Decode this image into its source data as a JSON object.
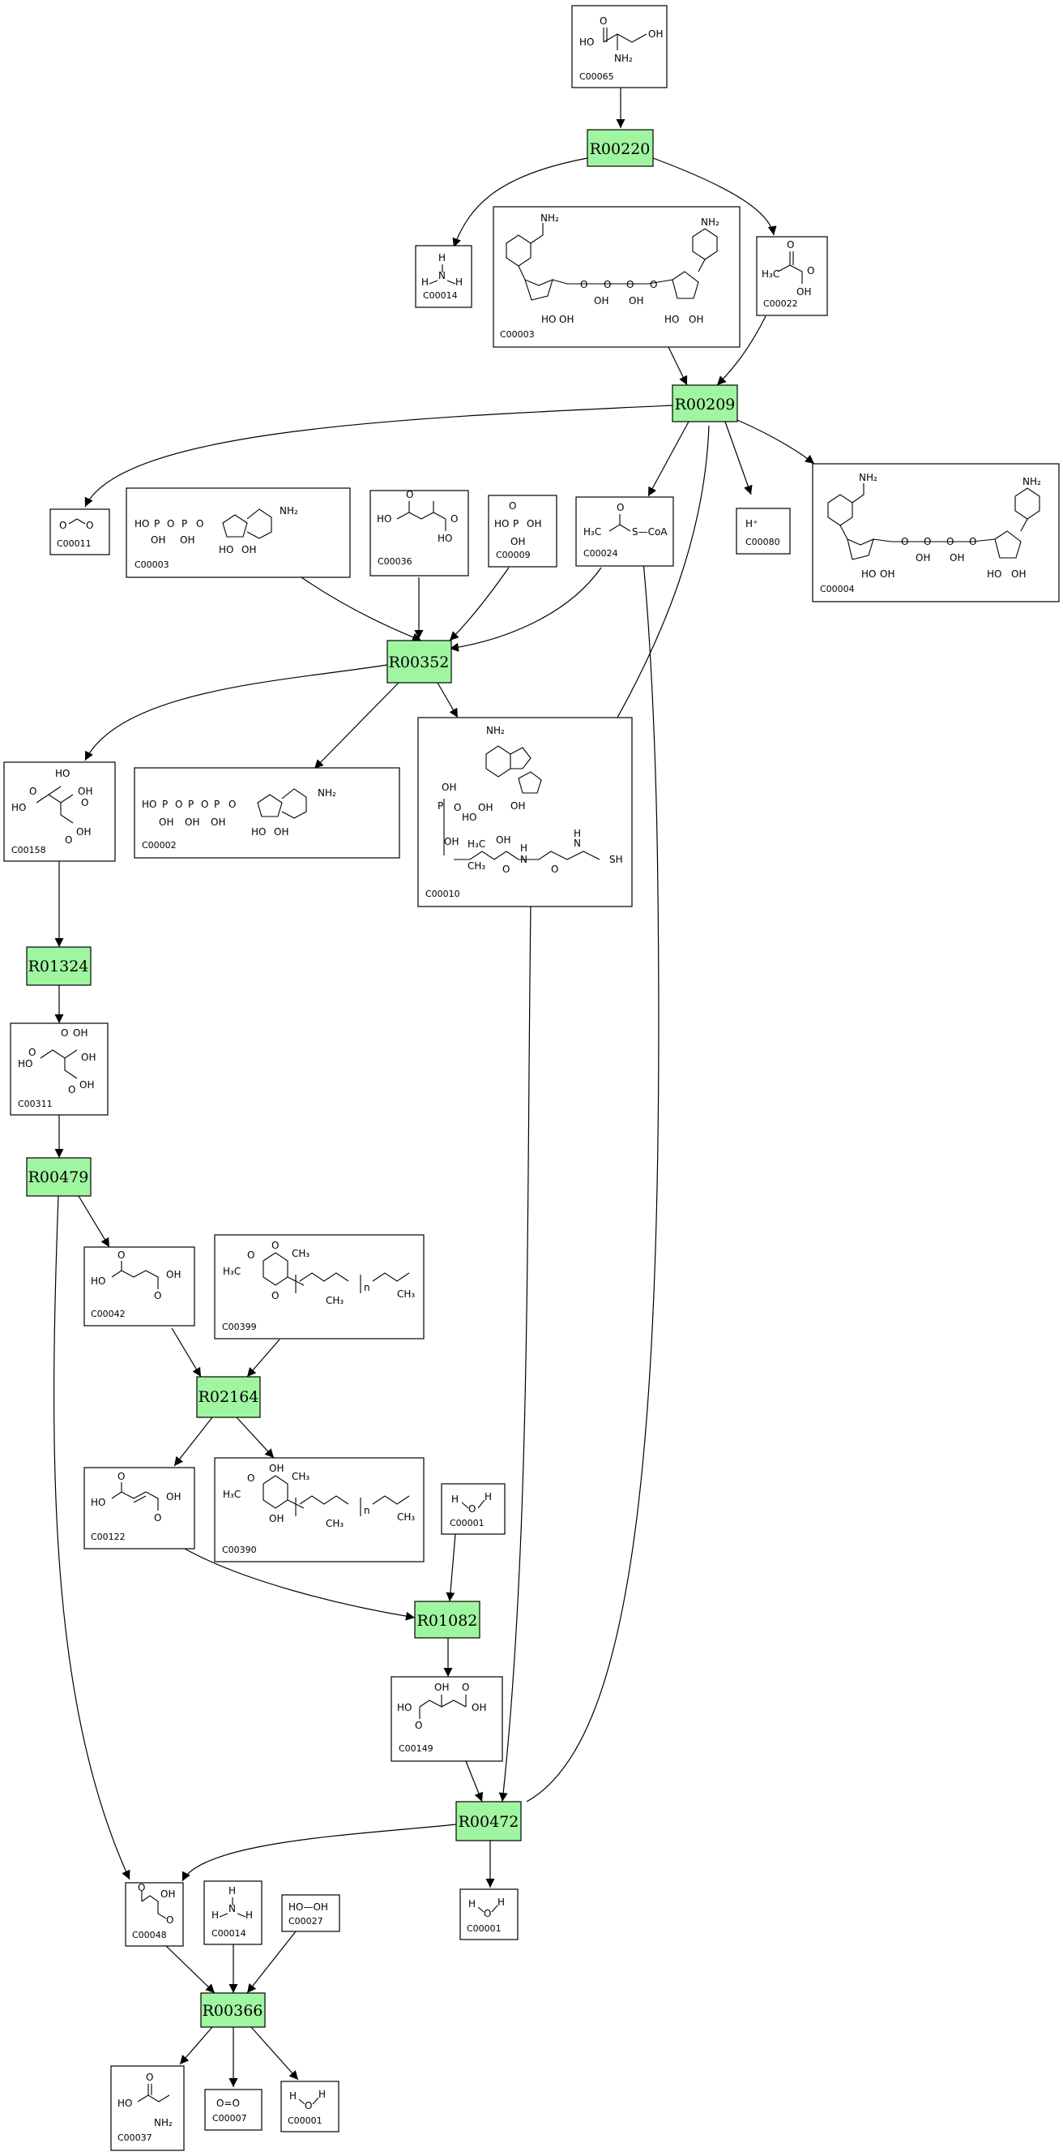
{
  "reactions": [
    {
      "id": "r00220",
      "label": "R00220"
    },
    {
      "id": "r00209",
      "label": "R00209"
    },
    {
      "id": "r00352",
      "label": "R00352"
    },
    {
      "id": "r01324",
      "label": "R01324"
    },
    {
      "id": "r00479",
      "label": "R00479"
    },
    {
      "id": "r02164",
      "label": "R02164"
    },
    {
      "id": "r01082",
      "label": "R01082"
    },
    {
      "id": "r00472",
      "label": "R00472"
    },
    {
      "id": "r00366",
      "label": "R00366"
    }
  ],
  "compounds": [
    {
      "id": "c00065",
      "label": "C00065",
      "text": [
        "HO",
        "OH",
        "NH₂",
        "O"
      ]
    },
    {
      "id": "c00014a",
      "label": "C00014",
      "text": [
        "H",
        "N",
        "H",
        "H"
      ]
    },
    {
      "id": "c00003",
      "label": "C00003",
      "text": [
        "NH₂",
        "NH₂",
        "O",
        "HO",
        "OH",
        "HO",
        "OH",
        "O",
        "O",
        "O",
        "O",
        "OH",
        "OH"
      ]
    },
    {
      "id": "c00022",
      "label": "C00022",
      "text": [
        "O",
        "H₃C",
        "O",
        "OH"
      ]
    },
    {
      "id": "c00011",
      "label": "C00011",
      "text": [
        "O",
        "O"
      ]
    },
    {
      "id": "c00003b",
      "label": "C00003",
      "text": [
        "HO",
        "P",
        "O",
        "P",
        "O",
        "OH",
        "OH",
        "NH₂",
        "HO",
        "OH"
      ]
    },
    {
      "id": "c00036",
      "label": "C00036",
      "text": [
        "HO",
        "O",
        "O",
        "HO"
      ]
    },
    {
      "id": "c00009",
      "label": "C00009",
      "text": [
        "HO",
        "OH",
        "P",
        "OH",
        "O"
      ]
    },
    {
      "id": "c00024",
      "label": "C00024",
      "text": [
        "O",
        "H₃C",
        "S—CoA"
      ]
    },
    {
      "id": "c00080",
      "label": "C00080",
      "text": [
        "H⁺"
      ]
    },
    {
      "id": "c00004",
      "label": "C00004",
      "text": [
        "NH₂",
        "NH₂",
        "O",
        "HO",
        "OH",
        "HO",
        "OH",
        "O",
        "O",
        "O",
        "O",
        "OH",
        "OH"
      ]
    },
    {
      "id": "c00158",
      "label": "C00158",
      "text": [
        "HO",
        "OH",
        "HO",
        "O",
        "O",
        "OH",
        "O"
      ]
    },
    {
      "id": "c00002",
      "label": "C00002",
      "text": [
        "HO",
        "P",
        "O",
        "P",
        "O",
        "P",
        "O",
        "OH",
        "OH",
        "OH",
        "NH₂",
        "HO",
        "OH"
      ]
    },
    {
      "id": "c00010",
      "label": "C00010",
      "text": [
        "NH₂",
        "OH",
        "OH",
        "HO",
        "P",
        "O",
        "OH",
        "H₃C",
        "CH₃",
        "OH",
        "N",
        "H",
        "N",
        "H",
        "SH",
        "O",
        "O",
        "OH"
      ]
    },
    {
      "id": "c00311",
      "label": "C00311",
      "text": [
        "O",
        "OH",
        "HO",
        "O",
        "OH",
        "O",
        "OH"
      ]
    },
    {
      "id": "c00042",
      "label": "C00042",
      "text": [
        "O",
        "HO",
        "OH",
        "O"
      ]
    },
    {
      "id": "c00399",
      "label": "C00399",
      "text": [
        "O",
        "CH₃",
        "H₃C",
        "O",
        "O",
        "CH₃",
        "CH₃",
        "n"
      ]
    },
    {
      "id": "c00122",
      "label": "C00122",
      "text": [
        "O",
        "HO",
        "OH",
        "O"
      ]
    },
    {
      "id": "c00390",
      "label": "C00390",
      "text": [
        "OH",
        "CH₃",
        "H₃C",
        "O",
        "OH",
        "CH₃",
        "CH₃",
        "n"
      ]
    },
    {
      "id": "c00001a",
      "label": "C00001",
      "text": [
        "H",
        "O",
        "H"
      ]
    },
    {
      "id": "c00149",
      "label": "C00149",
      "text": [
        "OH",
        "O",
        "HO",
        "OH",
        "O"
      ]
    },
    {
      "id": "c00001b",
      "label": "C00001",
      "text": [
        "H",
        "O",
        "H"
      ]
    },
    {
      "id": "c00048",
      "label": "C00048",
      "text": [
        "O",
        "OH",
        "O"
      ]
    },
    {
      "id": "c00014b",
      "label": "C00014",
      "text": [
        "H",
        "N",
        "H",
        "H"
      ]
    },
    {
      "id": "c00027",
      "label": "C00027",
      "text": [
        "HO—OH"
      ]
    },
    {
      "id": "c00037",
      "label": "C00037",
      "text": [
        "O",
        "HO",
        "NH₂"
      ]
    },
    {
      "id": "c00007",
      "label": "C00007",
      "text": [
        "O=O"
      ]
    },
    {
      "id": "c00001c",
      "label": "C00001",
      "text": [
        "H",
        "O",
        "H"
      ]
    }
  ],
  "colors": {
    "reaction_fill": "#a0f5a0",
    "border": "#000000",
    "background": "#ffffff"
  }
}
